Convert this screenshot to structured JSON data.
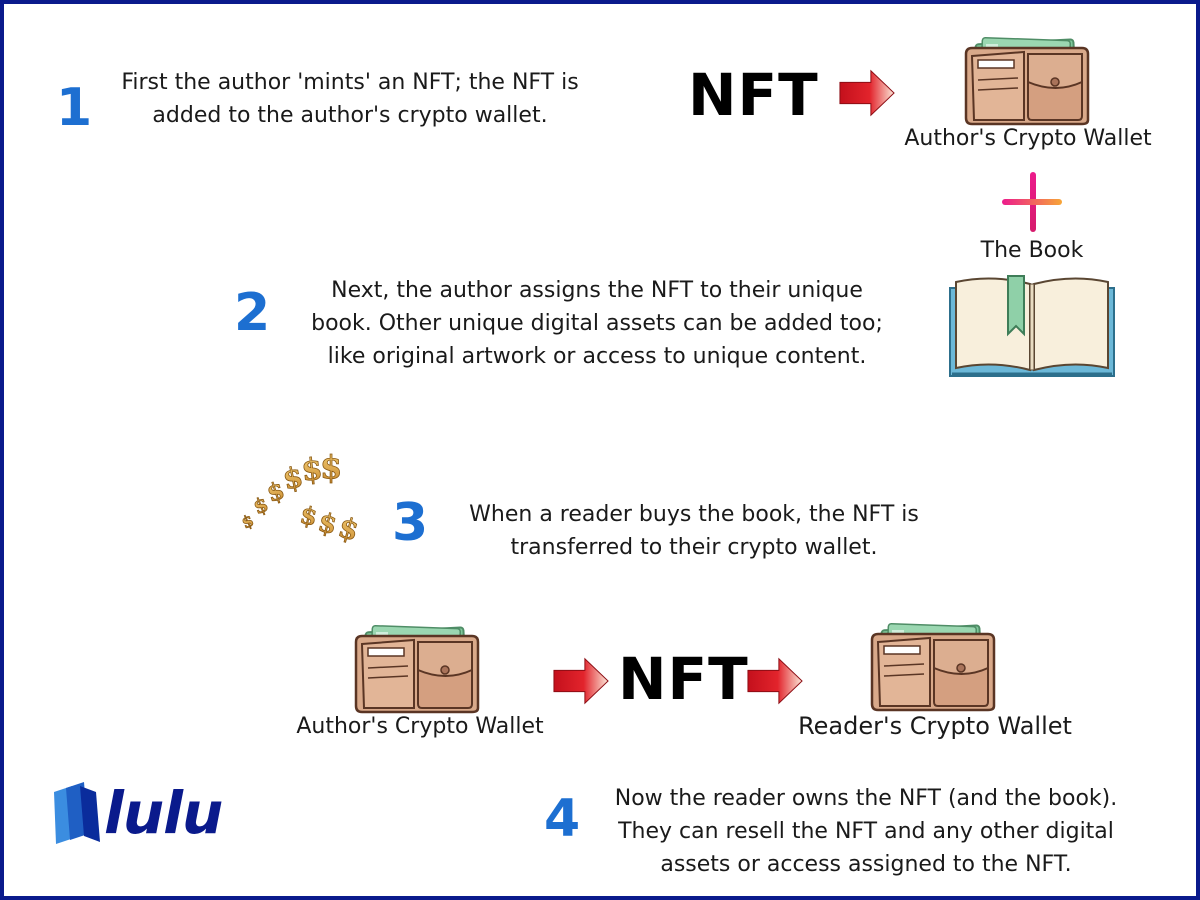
{
  "steps": [
    {
      "number": "1",
      "text": "First the author 'mints' an NFT; the NFT is added to the author's crypto wallet."
    },
    {
      "number": "2",
      "text": "Next, the author assigns the NFT to their unique book. Other unique digital assets can be added too; like original artwork or access to unique content."
    },
    {
      "number": "3",
      "text": "When a reader buys the book, the NFT is transferred to their crypto wallet."
    },
    {
      "number": "4",
      "text": "Now the reader owns the NFT (and the book). They can resell the NFT and any other digital assets or access assigned to the NFT."
    }
  ],
  "nft_token_label": "NFT",
  "captions": {
    "author_wallet_top": "Author's Crypto Wallet",
    "the_book": "The Book",
    "author_wallet_bottom": "Author's Crypto Wallet",
    "reader_wallet": "Reader's Crypto Wallet"
  },
  "brand": {
    "logo_text": "lulu",
    "logo_color": "#0a1a8c"
  },
  "colors": {
    "step_number": "#1d6fd1",
    "border": "#0a1a8c",
    "arrow": "#d8141f",
    "wallet": "#d9a98a",
    "money": "#7ec79a",
    "book_cover": "#6cb8d8",
    "bookmark": "#8fd0a8"
  },
  "icons": [
    "wallet-icon",
    "arrow-right-icon",
    "plus-icon",
    "book-icon",
    "dollar-signs-icon",
    "lulu-logo-icon"
  ]
}
